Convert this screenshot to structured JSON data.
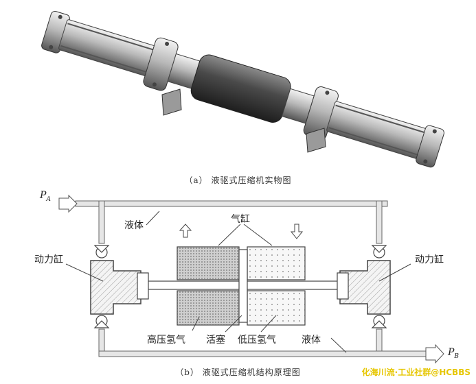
{
  "figure_a": {
    "caption": "（a） 液驱式压缩机实物图"
  },
  "figure_b": {
    "caption": "（b） 液驱式压缩机结构原理图",
    "labels": {
      "pa": "P",
      "pa_sub": "A",
      "pb": "P",
      "pb_sub": "B",
      "liquid_top": "液体",
      "gas_cylinder": "气缸",
      "power_cylinder_left": "动力缸",
      "power_cylinder_right": "动力缸",
      "high_pressure_h2": "高压氢气",
      "piston": "活塞",
      "low_pressure_h2": "低压氢气",
      "liquid_bottom": "液体"
    }
  },
  "watermark": "化海川流·工业社群@HCBBS"
}
